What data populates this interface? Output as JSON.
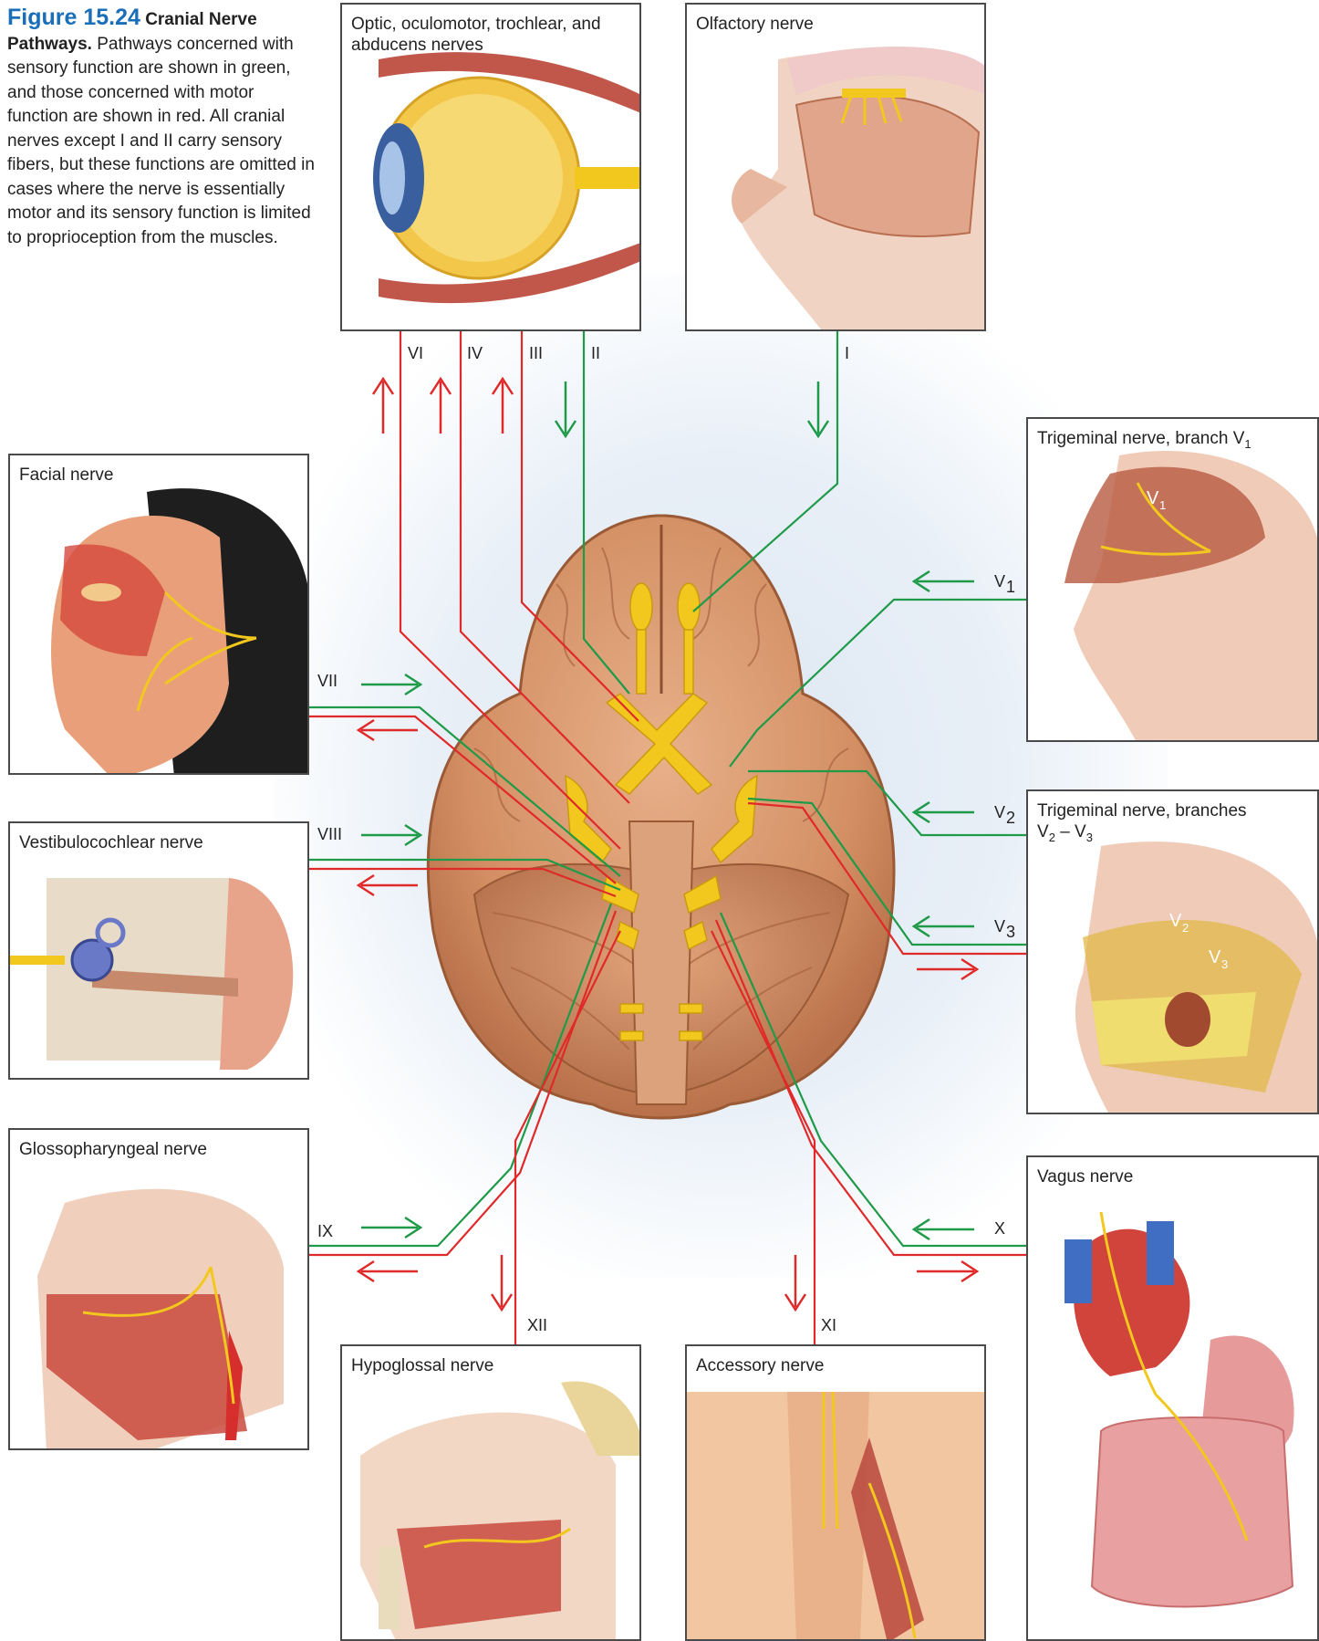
{
  "caption": {
    "figure_number": "Figure 15.24",
    "title": "Cranial Nerve Pathways.",
    "body": "Pathways concerned with sensory function are shown in green, and those concerned with motor function are shown in red. All cranial nerves except I and II carry sensory fibers, but these functions are omitted in cases where the nerve is essentially motor and its sensory function is limited to proprioception from the muscles."
  },
  "colors": {
    "sensory": "#1e9a48",
    "motor": "#e02929",
    "nerve_yellow": "#f2c81e",
    "brain": "#d9956a"
  },
  "panels": {
    "optic": {
      "label": "Optic, oculomotor, trochlear, and abducens nerves"
    },
    "olfactory": {
      "label": "Olfactory nerve"
    },
    "facial": {
      "label": "Facial nerve"
    },
    "vestibulocochlear": {
      "label": "Vestibulocochlear nerve"
    },
    "glossopharyngeal": {
      "label": "Glossopharyngeal nerve"
    },
    "hypoglossal": {
      "label": "Hypoglossal nerve"
    },
    "accessory": {
      "label": "Accessory nerve"
    },
    "trigeminal_v1": {
      "label": "Trigeminal nerve, branch V",
      "sub": "1",
      "art_label": "V",
      "art_sub": "1"
    },
    "trigeminal_v2v3": {
      "label_line1": "Trigeminal nerve, branches",
      "label_line2": "V",
      "sub_a": "2",
      "dash": " – V",
      "sub_b": "3",
      "art_v2": "V",
      "art_v2_sub": "2",
      "art_v3": "V",
      "art_v3_sub": "3"
    },
    "vagus": {
      "label": "Vagus nerve"
    }
  },
  "nerve_labels": {
    "VI": "VI",
    "IV": "IV",
    "III": "III",
    "II": "II",
    "I": "I",
    "V1": "V",
    "V1_sub": "1",
    "V2": "V",
    "V2_sub": "2",
    "V3": "V",
    "V3_sub": "3",
    "VII": "VII",
    "VIII": "VIII",
    "IX": "IX",
    "X": "X",
    "XI": "XI",
    "XII": "XII"
  }
}
